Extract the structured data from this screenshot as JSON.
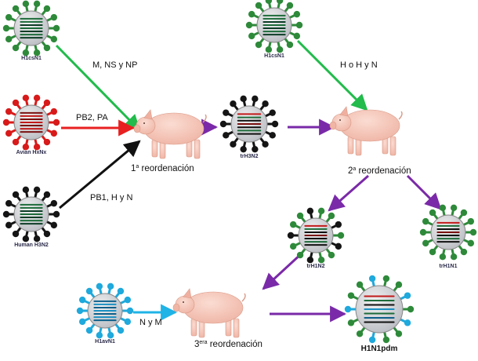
{
  "viruses": {
    "h1csn1_left": "H1csN1",
    "avian": "Avian HxNx",
    "human": "Human H3N2",
    "trh3n2": "trH3N2",
    "h1csn1_right": "H1csN1",
    "trh1n2": "trH1N2",
    "trh1n1": "trH1N1",
    "h1avn1": "H1avN1",
    "h1n1pdm": "H1N1pdm"
  },
  "edges": {
    "m_ns_np": "M, NS y NP",
    "pb2_pa": "PB2, PA",
    "pb1_h_n": "PB1, H y N",
    "h_o_h_n": "H o H y N",
    "n_y_m": "N y M"
  },
  "reassortments": {
    "first_num": "1",
    "first_sup": "a",
    "first_text": " reordenación",
    "second_num": "2",
    "second_sup": "a",
    "second_text": " reordenación",
    "third_num": "3",
    "third_sup": "era",
    "third_text": " reordenación"
  },
  "colors": {
    "green": "#22bb4c",
    "red": "#e82020",
    "black": "#111111",
    "cyan": "#1fb3e6",
    "purple": "#7a2aa8",
    "pig": "#f5c2b4"
  }
}
